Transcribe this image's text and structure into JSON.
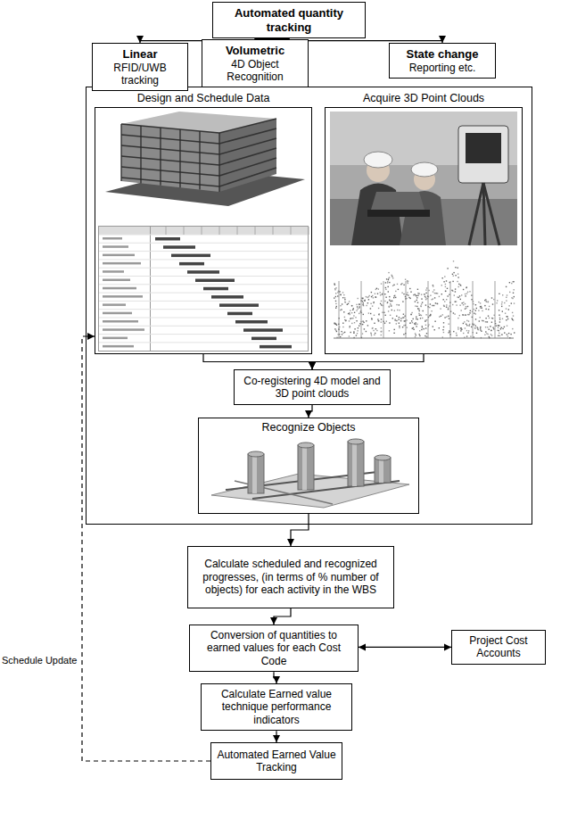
{
  "diagram": {
    "nodes": [
      {
        "text": [
          "Automated quantity tracking"
        ]
      },
      {
        "text": [
          "Linear",
          "RFID/UWB tracking"
        ]
      },
      {
        "text": [
          "Volumetric",
          "4D Object Recognition"
        ]
      },
      {
        "text": [
          "State change",
          "Reporting etc."
        ]
      },
      {
        "text": [
          "Design and Schedule Data"
        ]
      },
      {
        "text": [
          "Acquire 3D Point Clouds"
        ]
      },
      {
        "text": [
          "Co-registering 4D model and 3D point clouds"
        ]
      },
      {
        "text": [
          "Recognize Objects"
        ]
      },
      {
        "text": [
          "Calculate scheduled and recognized progresses, (in terms of % number of objects) for each activity in the WBS"
        ]
      },
      {
        "text": [
          "Conversion of quantities to earned values for each Cost Code"
        ]
      },
      {
        "text": [
          "Project Cost Accounts"
        ]
      },
      {
        "text": [
          "Calculate Earned value technique performance indicators"
        ]
      },
      {
        "text": [
          "Automated Earned Value Tracking"
        ]
      }
    ],
    "edges": [
      {
        "from": 0,
        "to": 1,
        "arrow": "to"
      },
      {
        "from": 0,
        "to": 2,
        "arrow": "to"
      },
      {
        "from": 0,
        "to": 3,
        "arrow": "to"
      },
      {
        "from": 4,
        "to": 6,
        "arrow": "to"
      },
      {
        "from": 5,
        "to": 6,
        "arrow": "to"
      },
      {
        "from": 6,
        "to": 7,
        "arrow": "to"
      },
      {
        "from": 7,
        "to": 8,
        "arrow": "to"
      },
      {
        "from": 8,
        "to": 9,
        "arrow": "to"
      },
      {
        "from": 9,
        "to": 10,
        "arrow": "both"
      },
      {
        "from": 9,
        "to": 11,
        "arrow": "to"
      },
      {
        "from": 11,
        "to": 12,
        "arrow": "to"
      },
      {
        "from": 12,
        "to": 4,
        "label": "Schedule Update",
        "arrow": "to"
      }
    ]
  }
}
